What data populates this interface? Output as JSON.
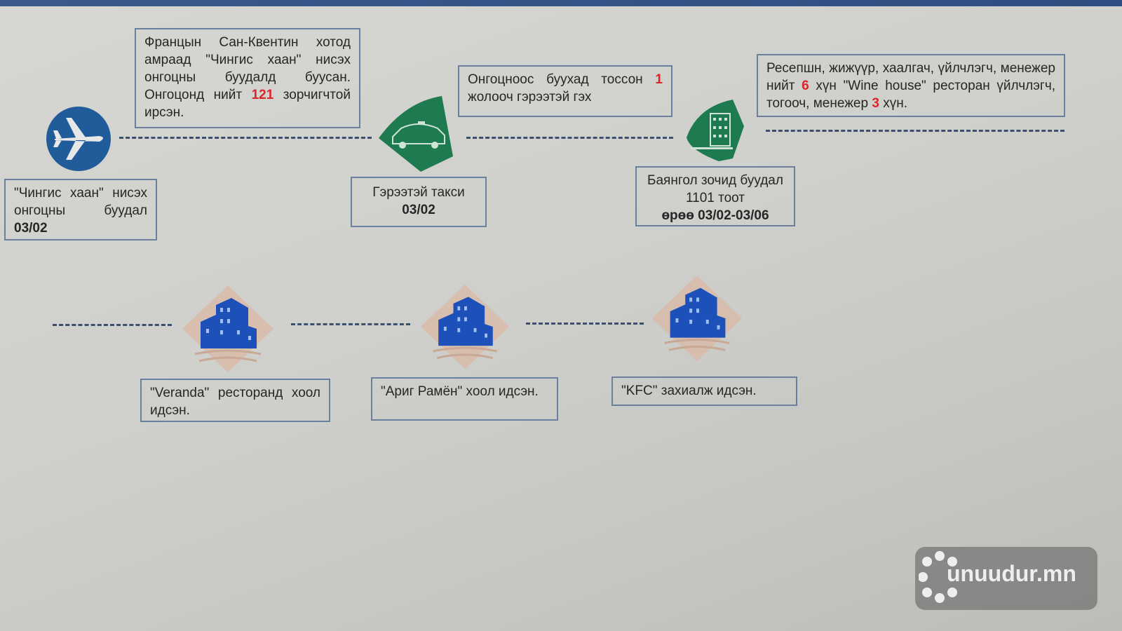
{
  "steps": {
    "arrival_note": {
      "text_before": "Францын Сан-Квентин хотод амраад \"Чингис хаан\" нисэх онгоцны буудалд буусан. Онгоцонд нийт ",
      "number": "121",
      "text_after": " зорчигчтой ирсэн."
    },
    "airport": {
      "text": "\"Чингис хаан\" нисэх онгоцны буудал ",
      "date": "03/02"
    },
    "driver_note": {
      "text_before": "Онгоцноос буухад тоссон ",
      "number": "1",
      "text_after": " жолооч гэрээтэй гэх"
    },
    "taxi": {
      "title": "Гэрээтэй такси",
      "date": "03/02"
    },
    "hotel": {
      "title": "Баянгол зочид буудал 1101 тоот",
      "date": "өрөө 03/02-03/06"
    },
    "staff_note": {
      "part1": "Ресепшн, жижүүр, хаалгач, үйлчлэгч, менежер нийт ",
      "number1": "6",
      "part2": " хүн \"Wine house\" ресторан үйлчлэгч, тогооч, менежер ",
      "number2": "3",
      "part3": " хүн."
    },
    "veranda": {
      "text": "\"Veranda\" ресторанд хоол идсэн."
    },
    "arig": {
      "text": "\"Ариг Рамён\" хоол идсэн."
    },
    "kfc": {
      "text": "\"KFC\" захиалж идсэн."
    }
  },
  "icons": [
    "airplane-icon",
    "taxi-icon",
    "hotel-icon",
    "building-icon"
  ],
  "colors": {
    "blue": "#1f5c99",
    "green": "#1e7a4f",
    "red": "#d8262a"
  },
  "watermark": "unuudur.mn"
}
